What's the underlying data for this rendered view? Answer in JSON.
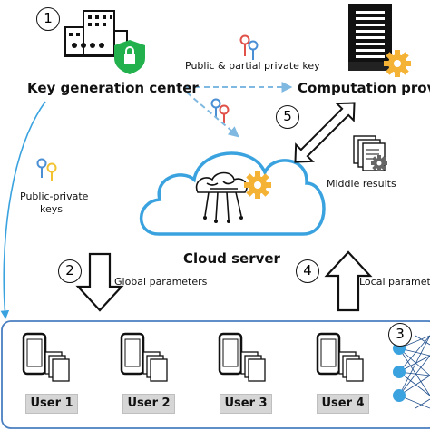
{
  "labels": {
    "kgc": "Key generation center",
    "provider": "Computation provider",
    "public_partial_key": "Public & partial private key",
    "public_private_keys_line1": "Public-private",
    "public_private_keys_line2": "keys",
    "cloud_server": "Cloud server",
    "middle_results": "Middle results",
    "global_parameters": "Global parameters",
    "local_parameters": "Local parameters"
  },
  "steps": {
    "s1": "1",
    "s2": "2",
    "s3": "3",
    "s4": "4",
    "s5": "5"
  },
  "users": [
    "User 1",
    "User 2",
    "User 3",
    "User 4"
  ],
  "colors": {
    "shield": "#22b14c",
    "gear": "#f5b335",
    "cloud": "#3aa3df",
    "dashed_arrow": "#7fb8e0",
    "user_box_border": "#4a7fc1",
    "neuron": "#3aa3df",
    "key_red": "#e0524a",
    "key_blue": "#4a8fd4",
    "key_yellow": "#f2c230"
  },
  "icons": [
    "building-icon",
    "shield-lock-icon",
    "server-icon",
    "gear-icon",
    "cloud-icon",
    "brain-circuit-icon",
    "key-icon",
    "documents-icon",
    "phone-icon",
    "neural-network-icon"
  ]
}
